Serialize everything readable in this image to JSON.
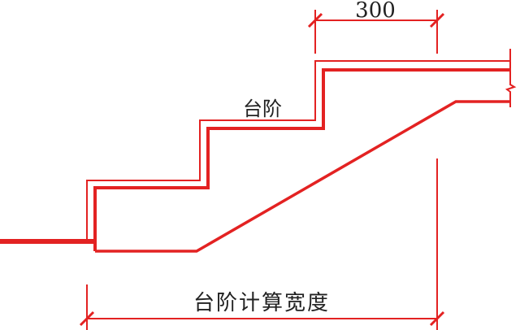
{
  "labels": {
    "tread_dimension": "300",
    "step_label": "台阶",
    "width_label": "台阶计算宽度"
  },
  "colors": {
    "line": "#e32222",
    "text": "#222222"
  }
}
